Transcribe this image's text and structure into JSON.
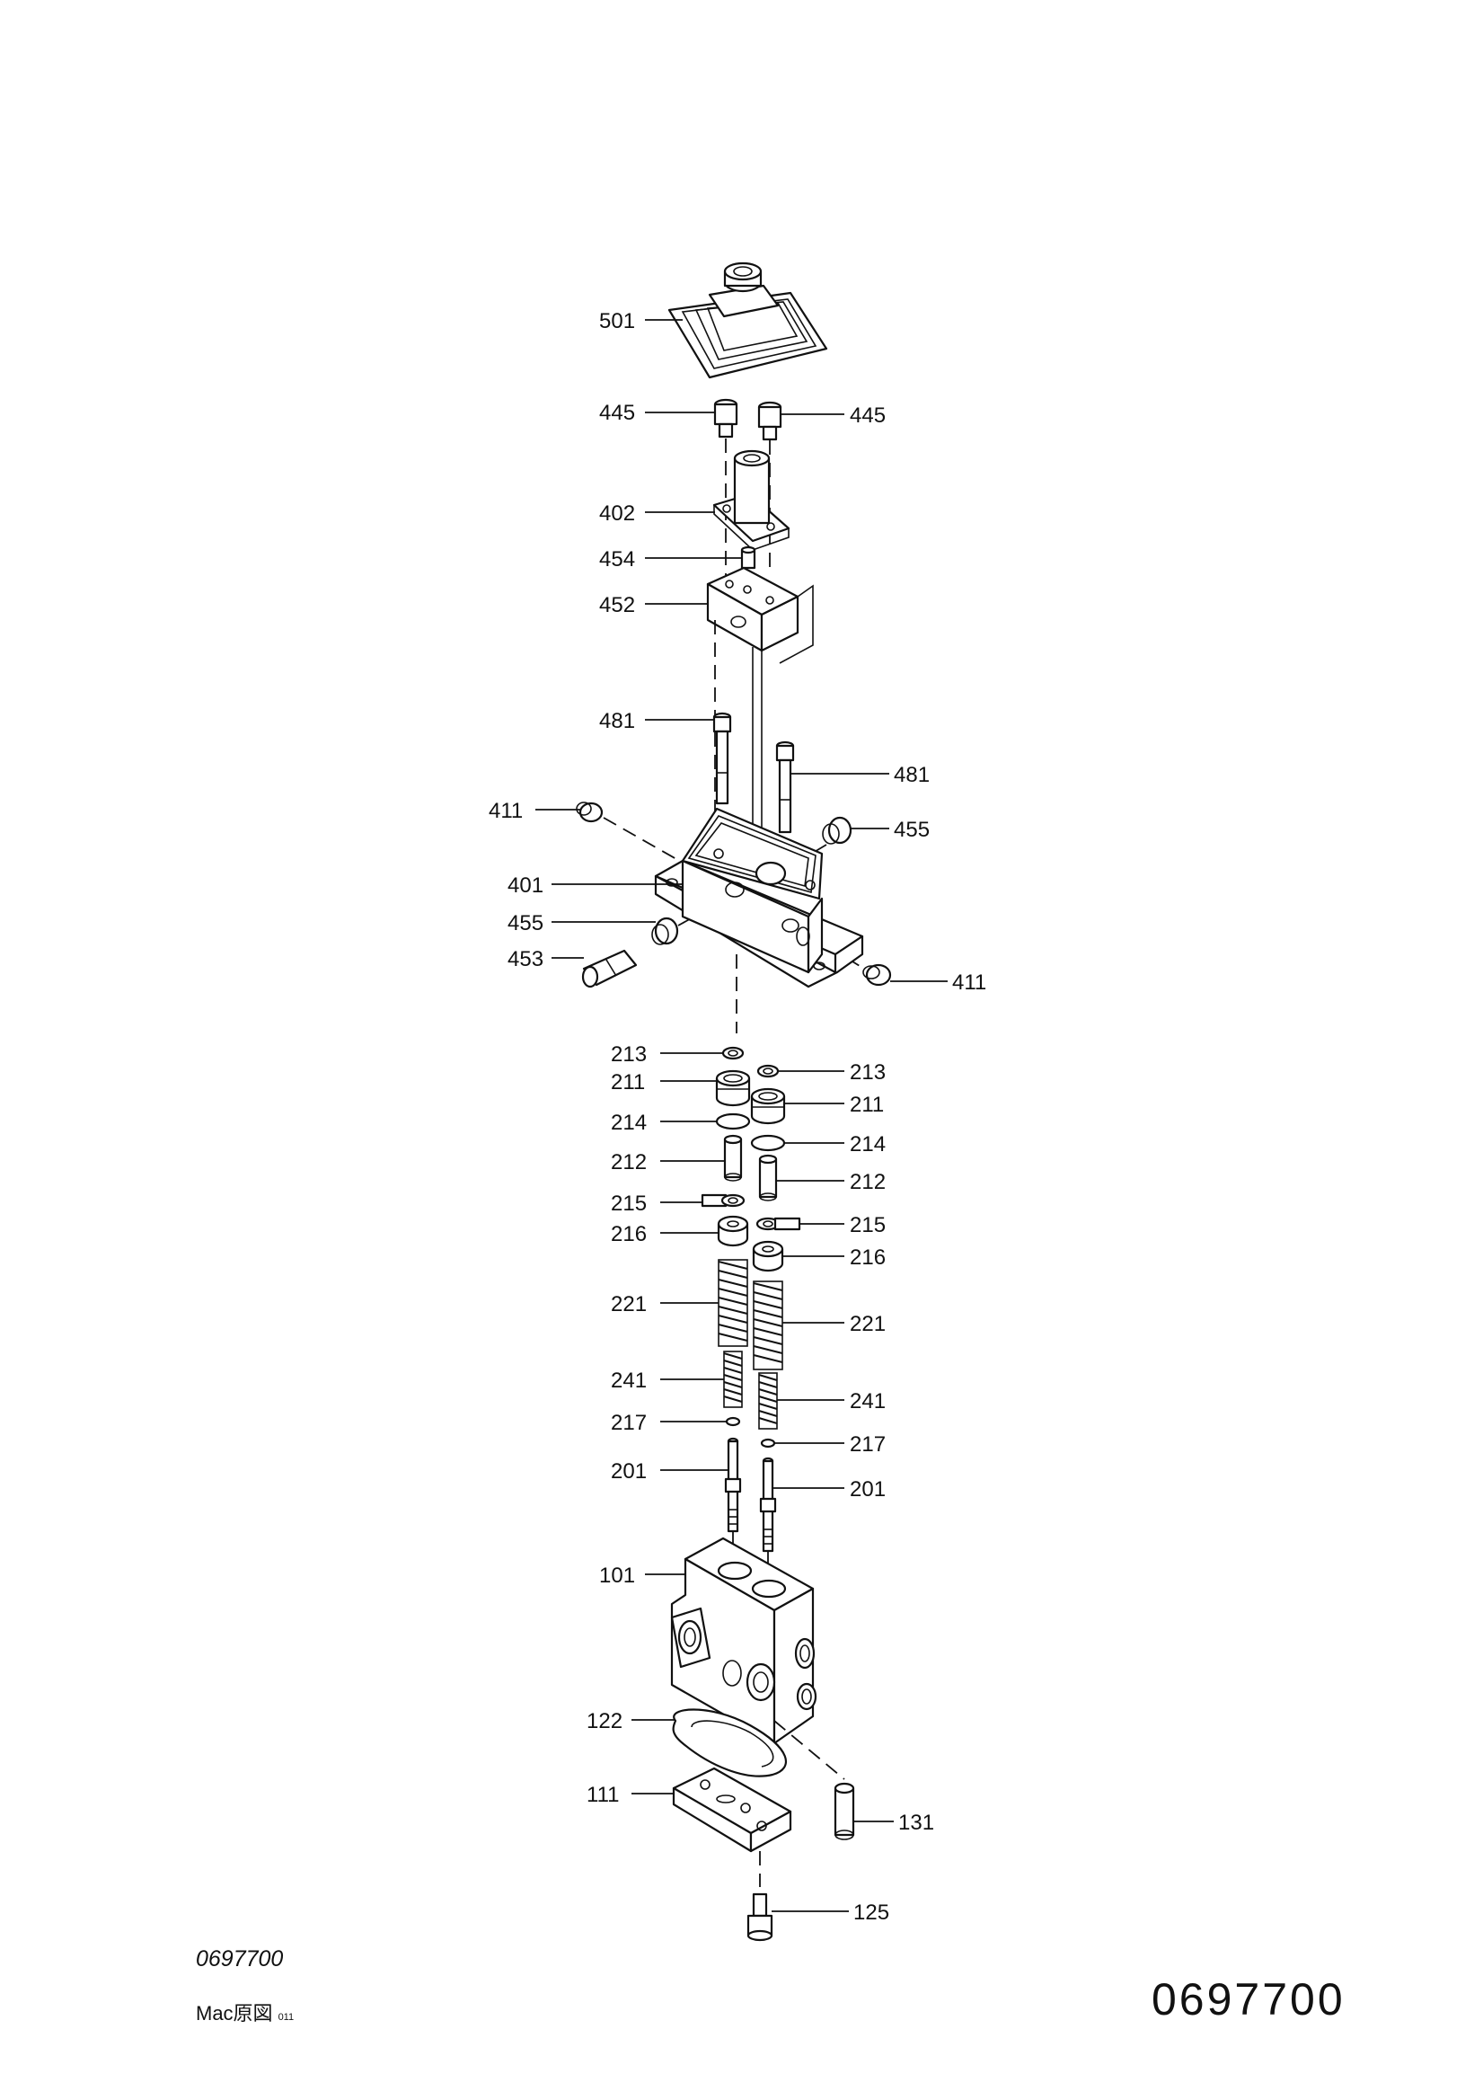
{
  "callouts": {
    "c501": "501",
    "c445_left": "445",
    "c445_right": "445",
    "c402": "402",
    "c454": "454",
    "c452": "452",
    "c481_left": "481",
    "c481_right": "481",
    "c411_left": "411",
    "c455_right": "455",
    "c401": "401",
    "c455_left": "455",
    "c453": "453",
    "c411_right": "411",
    "c213_left": "213",
    "c213_right": "213",
    "c211_left": "211",
    "c211_right": "211",
    "c214_left": "214",
    "c214_right": "214",
    "c212_left": "212",
    "c212_right": "212",
    "c215_left": "215",
    "c215_right": "215",
    "c216_left": "216",
    "c216_right": "216",
    "c221_left": "221",
    "c221_right": "221",
    "c241_left": "241",
    "c241_right": "241",
    "c217_left": "217",
    "c217_right": "217",
    "c201_left": "201",
    "c201_right": "201",
    "c101": "101",
    "c122": "122",
    "c111": "111",
    "c131": "131",
    "c125": "125"
  },
  "footer": {
    "doc_number_small": "0697700",
    "origin_note": "Mac原図",
    "origin_code": "011",
    "doc_number_large": "0697700"
  }
}
